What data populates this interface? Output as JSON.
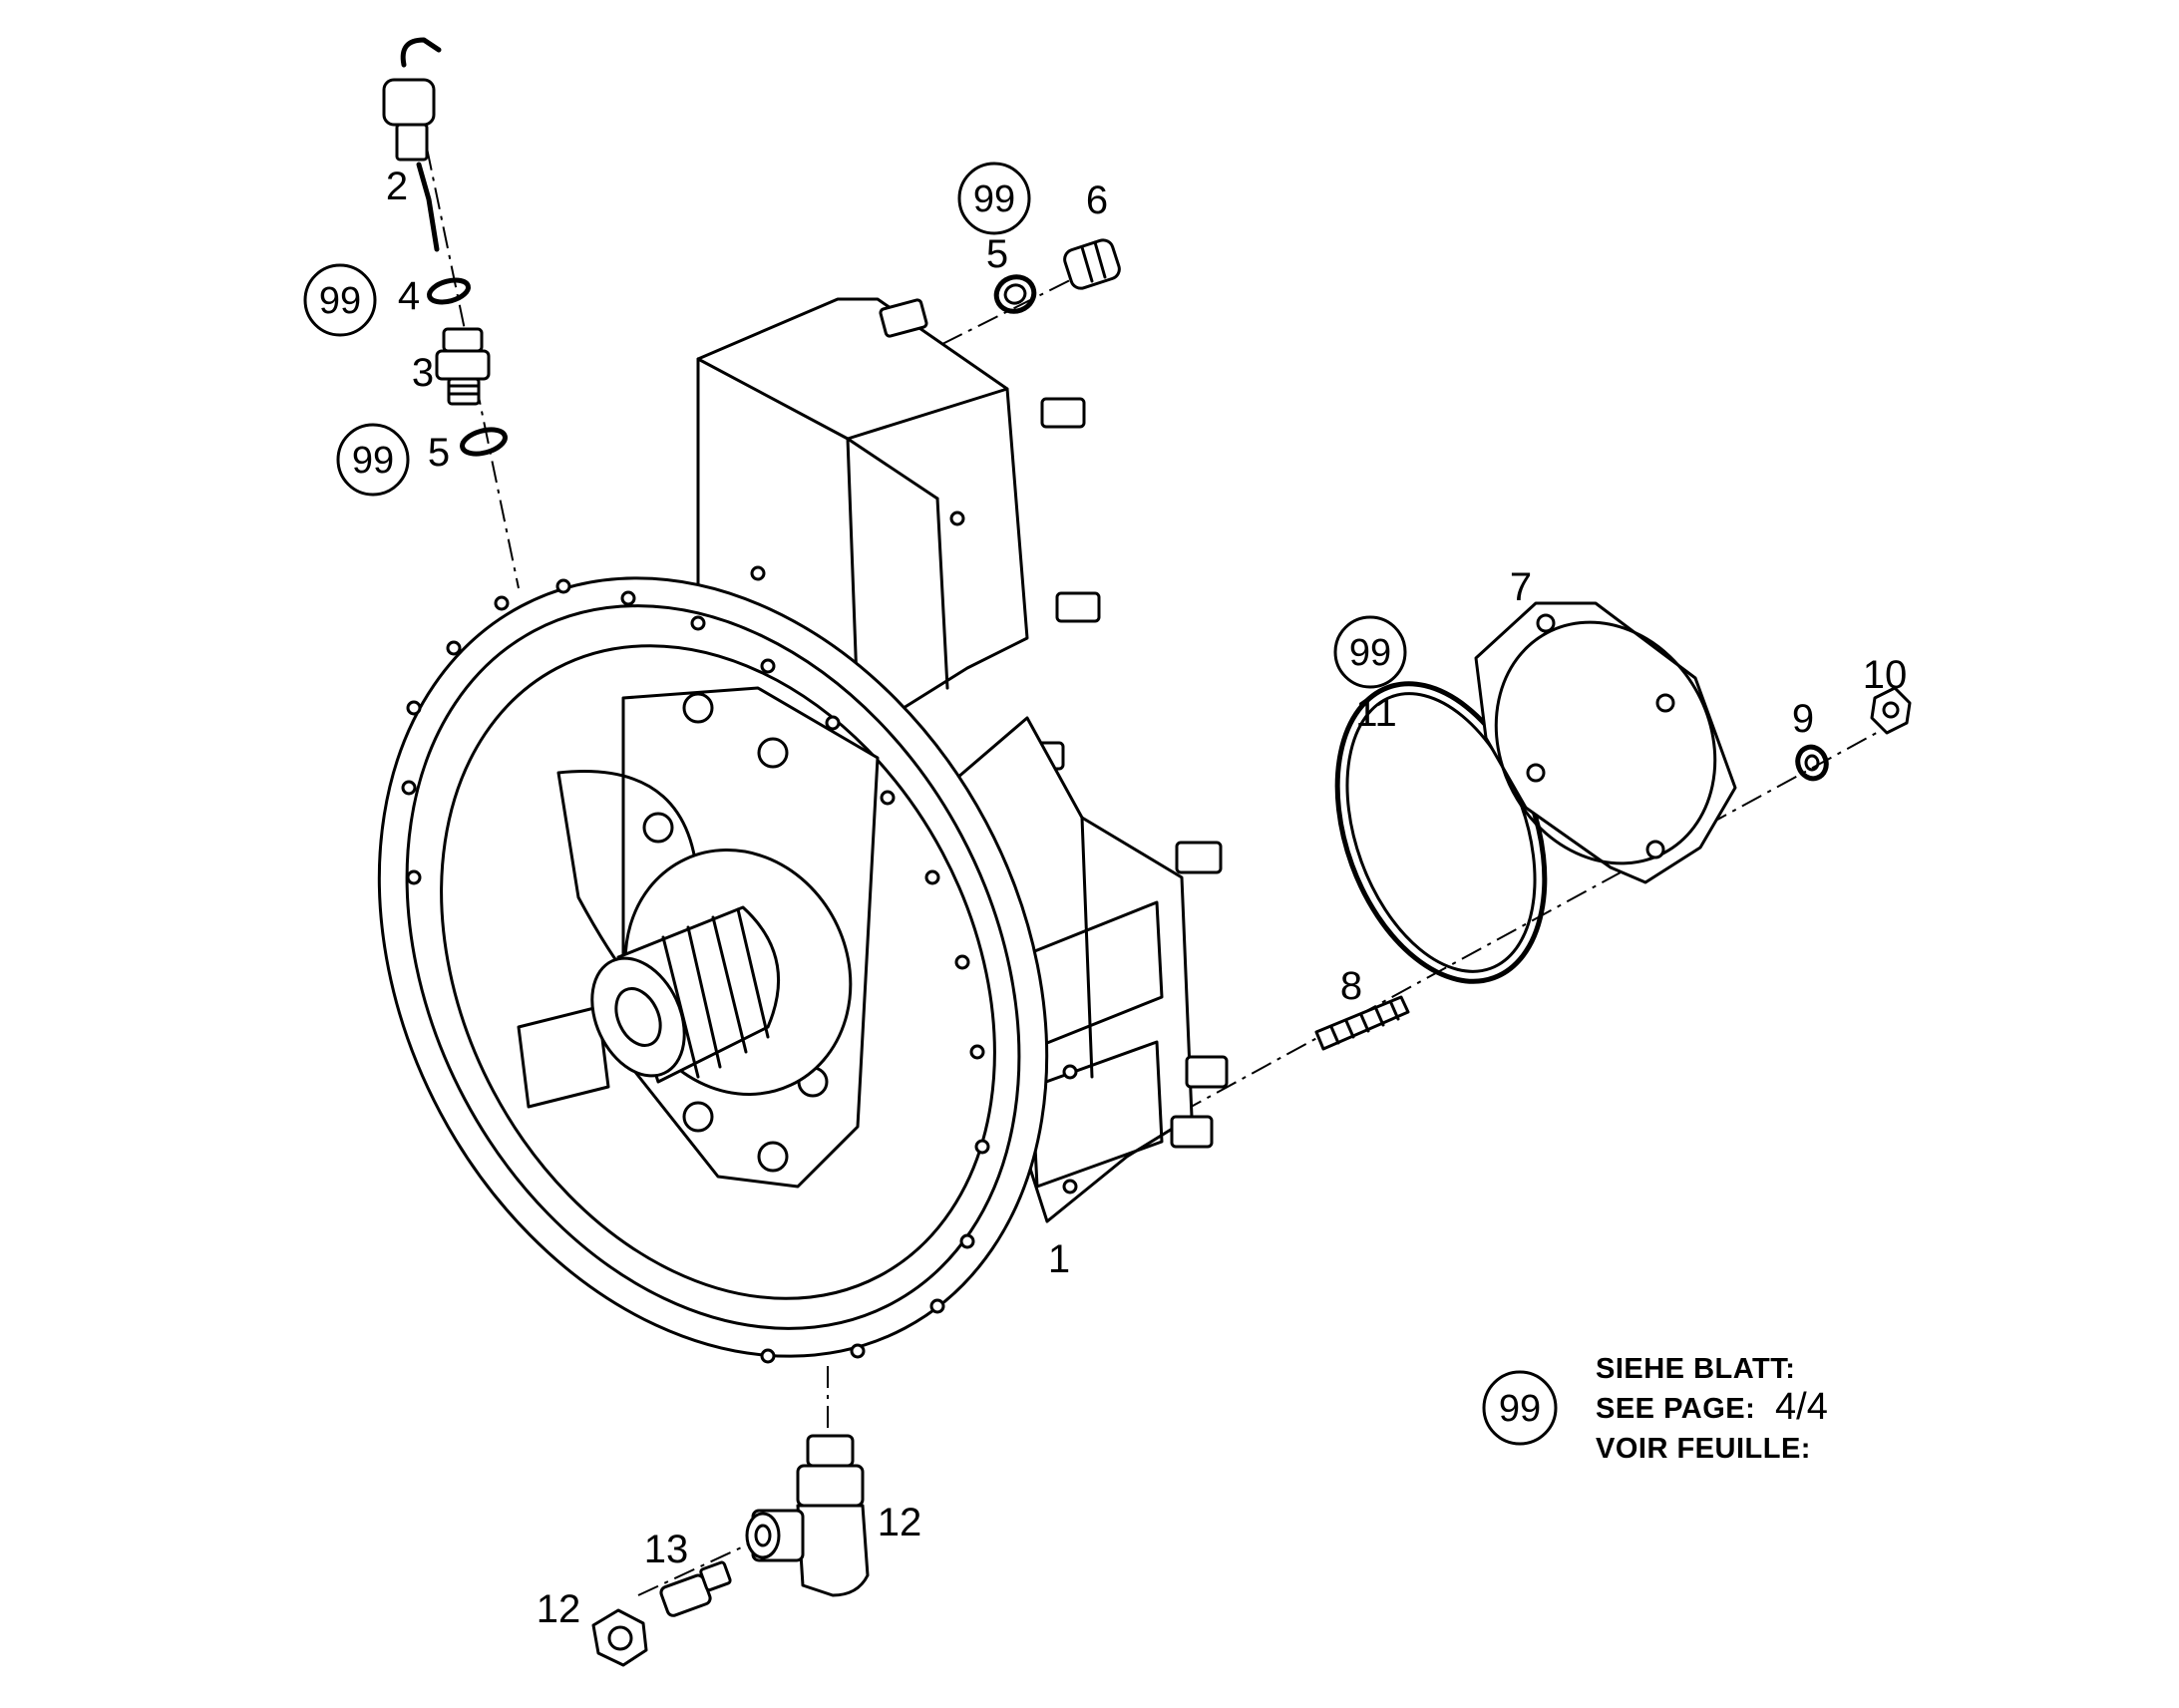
{
  "callouts": [
    {
      "id": "c1",
      "text": "1"
    },
    {
      "id": "c2",
      "text": "2"
    },
    {
      "id": "c3",
      "text": "3"
    },
    {
      "id": "c4",
      "text": "4"
    },
    {
      "id": "c5a",
      "text": "5"
    },
    {
      "id": "c5b",
      "text": "5"
    },
    {
      "id": "c6",
      "text": "6"
    },
    {
      "id": "c7",
      "text": "7"
    },
    {
      "id": "c8",
      "text": "8"
    },
    {
      "id": "c9",
      "text": "9"
    },
    {
      "id": "c10",
      "text": "10"
    },
    {
      "id": "c11",
      "text": "11"
    },
    {
      "id": "c12a",
      "text": "12"
    },
    {
      "id": "c12b",
      "text": "12"
    },
    {
      "id": "c13",
      "text": "13"
    }
  ],
  "ref_marks": [
    {
      "id": "r1",
      "text": "99"
    },
    {
      "id": "r2",
      "text": "99"
    },
    {
      "id": "r3",
      "text": "99"
    },
    {
      "id": "r4",
      "text": "99"
    },
    {
      "id": "r5",
      "text": "99"
    }
  ],
  "legend": {
    "ref_text": "99",
    "line_de": "SIEHE BLATT:",
    "line_en": "SEE PAGE:",
    "line_fr": "VOIR FEUILLE:",
    "page": "4/4"
  }
}
